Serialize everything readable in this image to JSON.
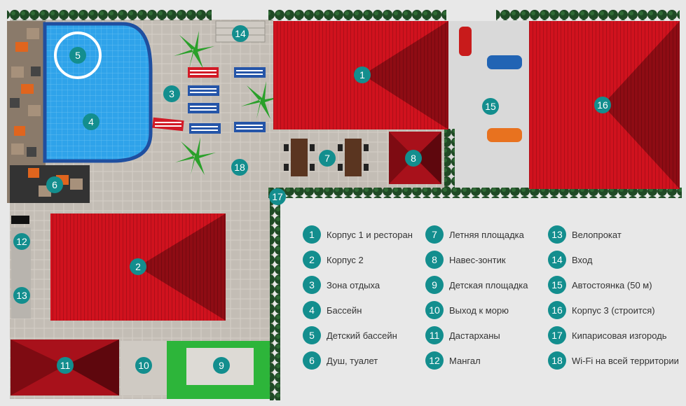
{
  "legend": [
    {
      "num": "1",
      "label": "Корпус 1 и ресторан"
    },
    {
      "num": "2",
      "label": "Корпус 2"
    },
    {
      "num": "3",
      "label": "Зона отдыха"
    },
    {
      "num": "4",
      "label": "Бассейн"
    },
    {
      "num": "5",
      "label": "Детский бассейн"
    },
    {
      "num": "6",
      "label": "Душ, туалет"
    },
    {
      "num": "7",
      "label": "Летняя площадка"
    },
    {
      "num": "8",
      "label": "Навес-зонтик"
    },
    {
      "num": "9",
      "label": "Детская площадка"
    },
    {
      "num": "10",
      "label": "Выход к морю"
    },
    {
      "num": "11",
      "label": "Дастарханы"
    },
    {
      "num": "12",
      "label": "Мангал"
    },
    {
      "num": "13",
      "label": "Велопрокат"
    },
    {
      "num": "14",
      "label": "Вход"
    },
    {
      "num": "15",
      "label": "Автостоянка (50 м)"
    },
    {
      "num": "16",
      "label": "Корпус 3 (строится)"
    },
    {
      "num": "17",
      "label": "Кипарисовая изгородь"
    },
    {
      "num": "18",
      "label": "Wi-Fi на всей территории"
    }
  ],
  "colors": {
    "marker": "#138e8e",
    "roof": "#d0121e",
    "pool": "#2fa3ea",
    "hedge": "#1f4a25",
    "paving": "#c3bdb5",
    "playground": "#2db53a"
  }
}
